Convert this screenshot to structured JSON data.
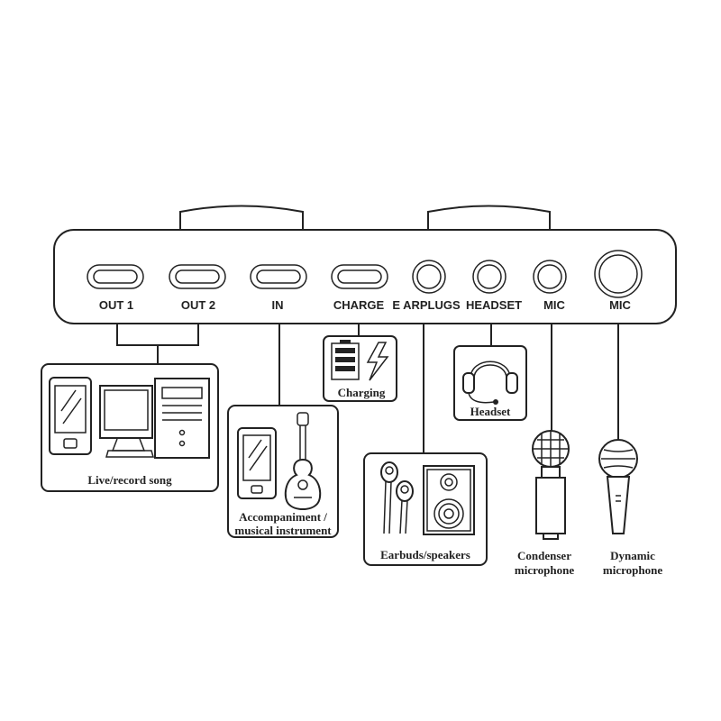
{
  "ports": {
    "out1": "OUT 1",
    "out2": "OUT 2",
    "in": "IN",
    "charge": "CHARGE",
    "earplugs": "E ARPLUGS",
    "headset": "HEADSET",
    "mic1": "MIC",
    "mic2": "MIC"
  },
  "devices": {
    "live": "Live/record song",
    "accomp_1": "Accompaniment /",
    "accomp_2": "musical instrument",
    "charging": "Charging",
    "headset": "Headset",
    "earbuds": "Earbuds/speakers",
    "condenser_1": "Condenser",
    "condenser_2": "microphone",
    "dynamic_1": "Dynamic",
    "dynamic_2": "microphone"
  },
  "colors": {
    "ink": "#222222",
    "background": "#ffffff"
  }
}
